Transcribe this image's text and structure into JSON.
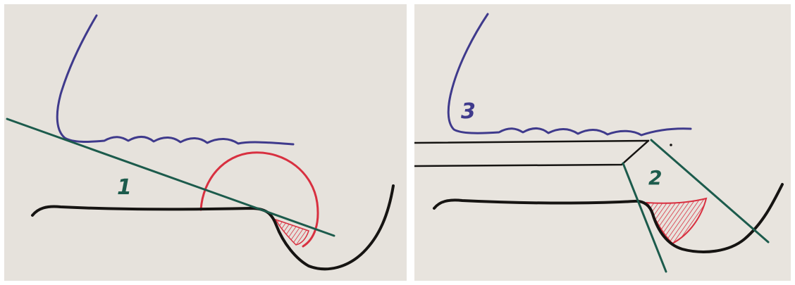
{
  "panels": [
    {
      "labels": [
        "1"
      ],
      "colors": {
        "paper": "#e6e2dc",
        "ink": "#161412",
        "blue": "#3f3a8c",
        "green": "#1c5b4c",
        "red": "#d83040"
      }
    },
    {
      "labels": [
        "2",
        "3"
      ],
      "colors": {
        "paper": "#e8e4de",
        "ink": "#161412",
        "blue": "#3f3a8c",
        "green": "#1c5b4c",
        "red": "#d83040"
      }
    }
  ]
}
